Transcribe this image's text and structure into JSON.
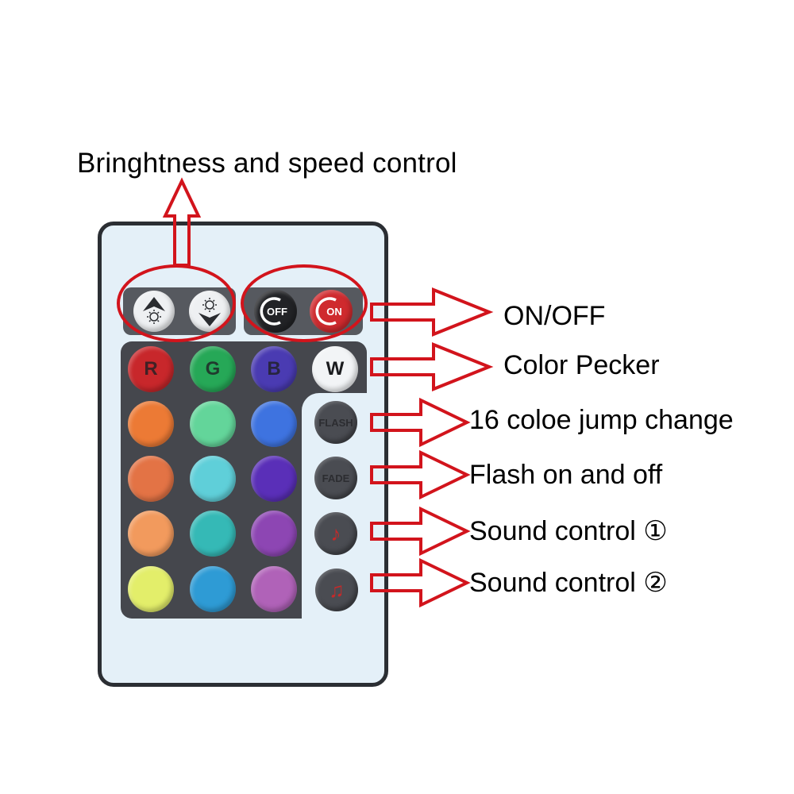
{
  "title": "Bringhtness and speed control",
  "callouts": {
    "on_off": "ON/OFF",
    "color_picker": "Color Pecker",
    "jump": "16 coloe jump change",
    "flash": "Flash on and off",
    "sound1": "Sound control ①",
    "sound2": "Sound control ②"
  },
  "remote": {
    "top_buttons": {
      "brightness_up": "brightness-up",
      "brightness_down": "brightness-down",
      "off_label": "OFF",
      "on_label": "ON"
    },
    "rgbw": {
      "r": "R",
      "g": "G",
      "b": "B",
      "w": "W"
    },
    "mode_buttons": {
      "flash": "FLASH",
      "fade": "FADE",
      "music1": "♪",
      "music2": "♫"
    },
    "colors": {
      "red": "#c8272b",
      "green": "#26a857",
      "blue": "#4a3bb2",
      "white": "#f2f4f6",
      "row2": [
        "#ec7a35",
        "#63d59a",
        "#3e73e0"
      ],
      "row3": [
        "#e37345",
        "#5fcfd9",
        "#5a2fb8"
      ],
      "row4": [
        "#f29a5d",
        "#35b9b6",
        "#8d46b3"
      ],
      "row5": [
        "#e3ee6a",
        "#2e9bd5",
        "#b062b8"
      ]
    },
    "accent_red": "#d2141c"
  }
}
